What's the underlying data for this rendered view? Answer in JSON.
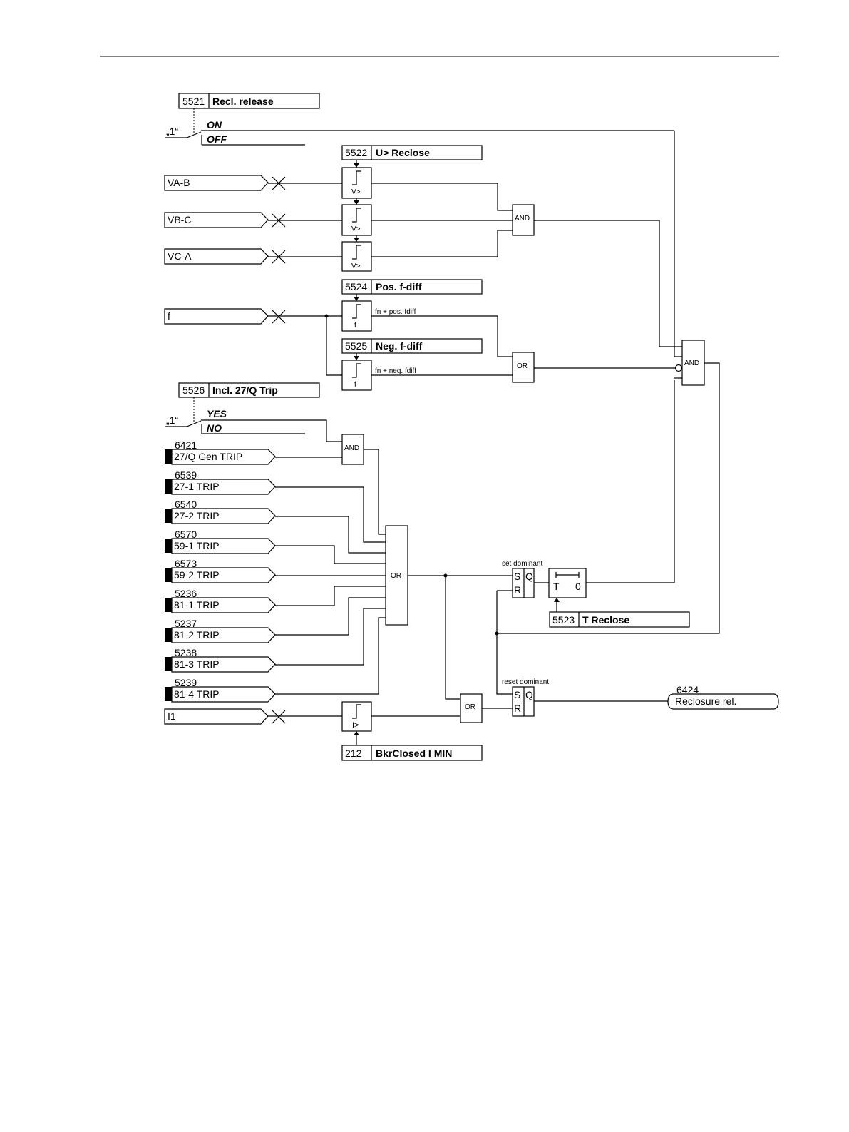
{
  "settings": {
    "recl_release": {
      "number": "5521",
      "name": "Recl. release",
      "opt_on": "ON",
      "opt_off": "OFF",
      "const": "„1“"
    },
    "u_reclose": {
      "number": "5522",
      "name": "U> Reclose"
    },
    "pos_fdiff": {
      "number": "5524",
      "name": "Pos. f-diff"
    },
    "neg_fdiff": {
      "number": "5525",
      "name": "Neg. f-diff"
    },
    "incl_27q": {
      "number": "5526",
      "name": "Incl. 27/Q Trip",
      "opt_yes": "YES",
      "opt_no": "NO",
      "const": "„1“"
    },
    "t_reclose": {
      "number": "5523",
      "name": "T Reclose"
    },
    "bkr_closed": {
      "number": "212",
      "name": "BkrClosed I MIN"
    }
  },
  "measured_inputs": [
    "VA-B",
    "VB-C",
    "VC-A",
    "f",
    "I1"
  ],
  "threshold_labels": {
    "voltage": "V>",
    "freq": "f",
    "current": "I>",
    "pos_f": "fn + pos. fdiff",
    "neg_f": "fn + neg. fdiff"
  },
  "indications": [
    {
      "number": "6421",
      "name": "27/Q Gen TRIP"
    },
    {
      "number": "6539",
      "name": "27-1 TRIP"
    },
    {
      "number": "6540",
      "name": "27-2 TRIP"
    },
    {
      "number": "6570",
      "name": "59-1 TRIP"
    },
    {
      "number": "6573",
      "name": "59-2 TRIP"
    },
    {
      "number": "5236",
      "name": "81-1 TRIP"
    },
    {
      "number": "5237",
      "name": "81-2 TRIP"
    },
    {
      "number": "5238",
      "name": "81-3 TRIP"
    },
    {
      "number": "5239",
      "name": "81-4 TRIP"
    }
  ],
  "gates": {
    "and": "AND",
    "or": "OR"
  },
  "flipflops": {
    "set_label": "set dominant",
    "reset_label": "reset dominant",
    "s": "S",
    "r": "R",
    "q": "Q"
  },
  "timer": {
    "t": "T",
    "zero": "0"
  },
  "output": {
    "number": "6424",
    "name": "Reclosure rel."
  }
}
